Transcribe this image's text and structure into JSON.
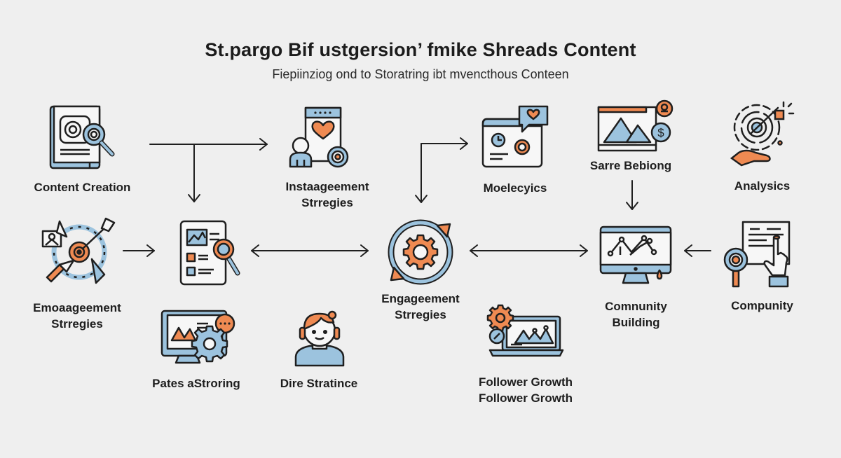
{
  "header": {
    "title": "St.pargo Bif ustgersion’ fmike Shreads Content",
    "subtitle": "Fiepiinziog  ond to Storatring ibt mvencthous Conteen"
  },
  "colors": {
    "background": "#efefef",
    "outline": "#1f1f1f",
    "accent_orange": "#ef8a52",
    "accent_blue": "#9cc3de",
    "icon_fill": "#f7f7f7"
  },
  "nodes": [
    {
      "id": "content-creation",
      "label": "Content Creation",
      "icon": "document-magnifier-icon"
    },
    {
      "id": "instaagement-strategies",
      "label_line1": "Instaageement",
      "label_line2": "Strregies",
      "icon": "user-heart-post-icon"
    },
    {
      "id": "moelecyics",
      "label": "Moelecyics",
      "icon": "browser-chat-badge-icon"
    },
    {
      "id": "sarre-bebiong",
      "label": "Sarre Bebiong",
      "icon": "chart-dollar-icon"
    },
    {
      "id": "analysics",
      "label": "Analysics",
      "icon": "hand-target-icon"
    },
    {
      "id": "emoaageement-strategies",
      "label_line1": "Emoaageement",
      "label_line2": "Strregies",
      "icon": "target-arrows-icon"
    },
    {
      "id": "document-review",
      "label": "",
      "icon": "document-search-icon"
    },
    {
      "id": "engagement-strategies",
      "label_line1": "Engageement",
      "label_line2": "Strregies",
      "icon": "gear-cycle-icon"
    },
    {
      "id": "community-building",
      "label_line1": "Comnunity",
      "label_line2": "Building",
      "icon": "monitor-graph-icon"
    },
    {
      "id": "compunity",
      "label": "Compunity",
      "icon": "hand-document-icon"
    },
    {
      "id": "pates-astroring",
      "label": "Pates aStroring",
      "icon": "monitor-gear-chat-icon"
    },
    {
      "id": "dire-stratince",
      "label": "Dire Stratince",
      "icon": "headphone-person-icon"
    },
    {
      "id": "follower-growth",
      "label_line1": "Follower Growth",
      "label_line2": "Follower Growth",
      "icon": "laptop-gear-chart-icon"
    }
  ],
  "edges": [
    {
      "from": "content-creation",
      "to": "instaagement-strategies",
      "type": "right-arrow"
    },
    {
      "from": "content-creation",
      "to": "document-review",
      "type": "down-arrow"
    },
    {
      "from": "engagement-strategies",
      "to": "moelecyics",
      "type": "elbow-right-arrow"
    },
    {
      "from": "engagement-strategies",
      "to": "engagement-strategies",
      "type": "elbow-down-arrow"
    },
    {
      "from": "sarre-bebiong",
      "to": "community-building",
      "type": "down-arrow"
    },
    {
      "from": "emoaageement-strategies",
      "to": "document-review",
      "type": "right-arrow"
    },
    {
      "from": "document-review",
      "to": "engagement-strategies",
      "type": "bidirectional-arrow"
    },
    {
      "from": "engagement-strategies",
      "to": "community-building",
      "type": "bidirectional-arrow"
    },
    {
      "from": "compunity",
      "to": "community-building",
      "type": "left-arrow"
    }
  ]
}
